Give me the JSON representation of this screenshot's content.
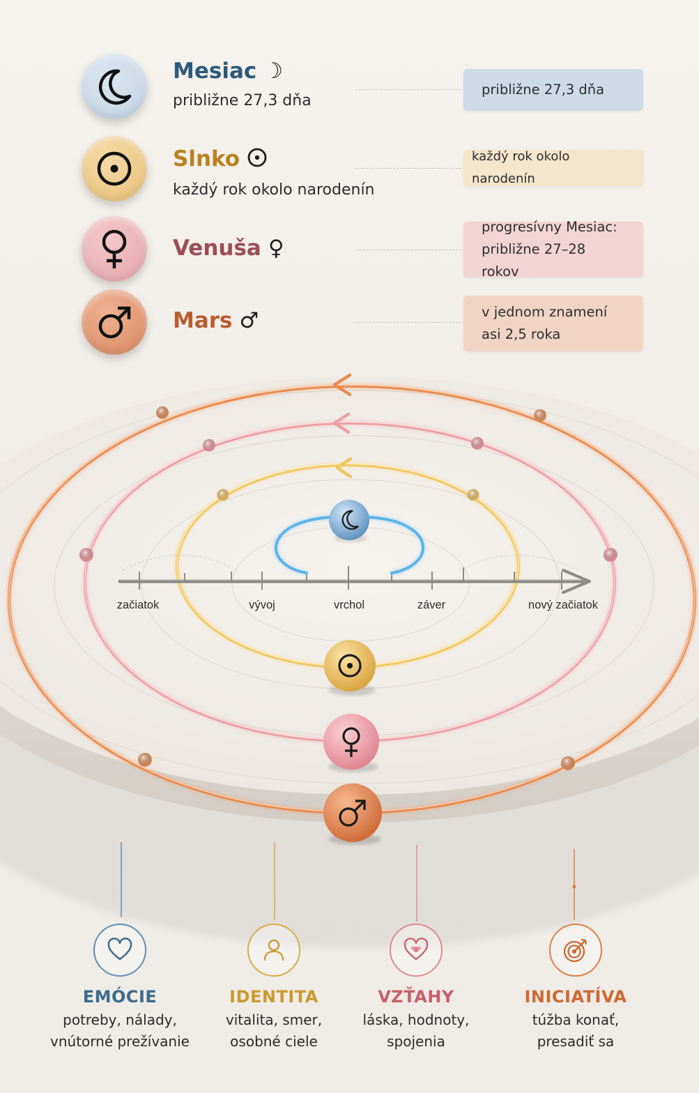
{
  "planets": [
    {
      "name": "Mesiac",
      "symbol": "☽",
      "subtitle": "približne 27,3 dňa",
      "box_line1": "približne 27,3 dňa",
      "box_line2": "",
      "icon": "moon-icon",
      "color": "#c6d6e6",
      "name_color": "#2e5a7a",
      "box_color": "#cddbe7"
    },
    {
      "name": "Slnko",
      "symbol": "☉",
      "subtitle": "každý rok okolo narodenín",
      "box_line1": "každý rok okolo narodenín",
      "box_line2": "",
      "icon": "sun-icon",
      "color": "#edc889",
      "name_color": "#b98221",
      "box_color": "#f3e6cc"
    },
    {
      "name": "Venuša",
      "symbol": "♀",
      "subtitle": "",
      "box_line1": "progresívny Mesiac:",
      "box_line2": "približne 27–28 rokov",
      "icon": "venus-icon",
      "color": "#eab0b4",
      "name_color": "#9c4d56",
      "box_color": "#f2d4d4"
    },
    {
      "name": "Mars",
      "symbol": "♂",
      "subtitle": "",
      "box_line1": "v jednom znamení",
      "box_line2": "asi 2,5 roka",
      "icon": "mars-icon",
      "color": "#df9a78",
      "name_color": "#b75d30",
      "box_color": "#f1d4c4"
    }
  ],
  "timeline": {
    "labels": [
      "začiatok",
      "vývoj",
      "vrchol",
      "záver",
      "nový začiatok"
    ]
  },
  "categories": [
    {
      "title": "EMÓCIE",
      "line1": "potreby, nálady,",
      "line2": "vnútorné prežívanie",
      "icon": "heart-icon",
      "color": "#3d6b8e"
    },
    {
      "title": "IDENTITA",
      "line1": "vitalita, smer,",
      "line2": "osobné ciele",
      "icon": "person-icon",
      "color": "#c99a2e"
    },
    {
      "title": "VZŤAHY",
      "line1": "láska, hodnoty,",
      "line2": "spojenia",
      "icon": "heart-flower-icon",
      "color": "#c7606b"
    },
    {
      "title": "INICIATÍVA",
      "line1": "túžba konať,",
      "line2": "presadiť sa",
      "icon": "target-icon",
      "color": "#cc6a33"
    }
  ]
}
